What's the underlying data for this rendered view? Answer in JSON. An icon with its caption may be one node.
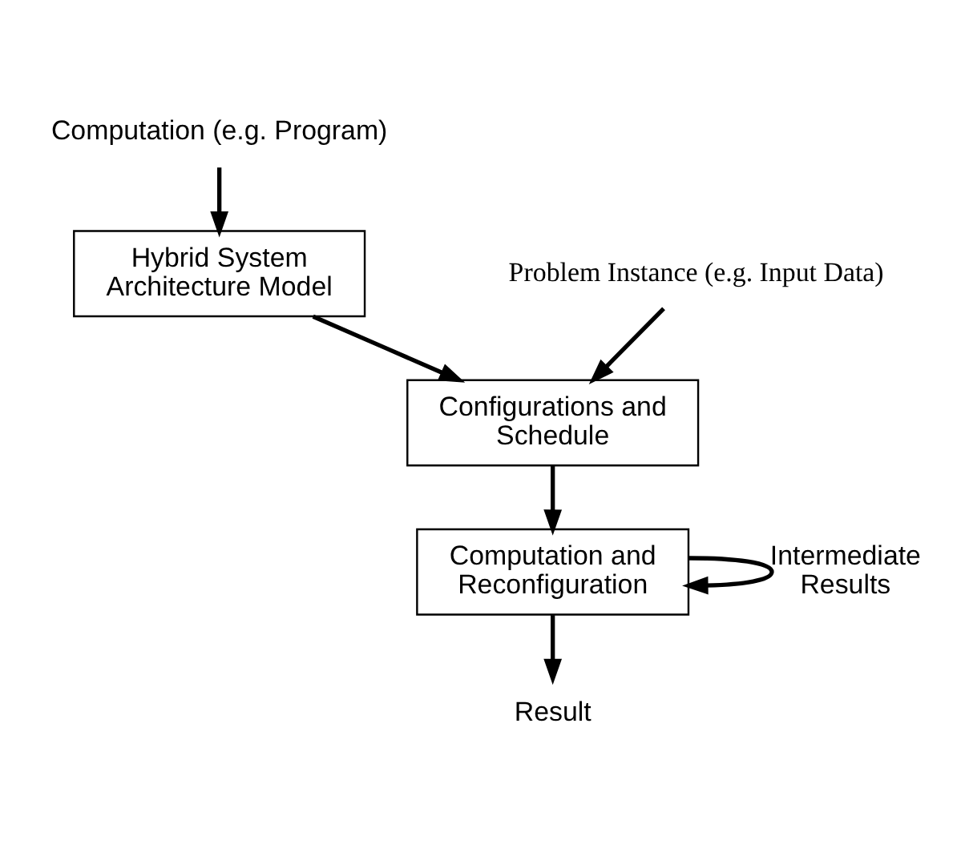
{
  "diagram": {
    "nodes": [
      {
        "text": [
          "Computation (e.g. Program)"
        ]
      },
      {
        "text": [
          "Hybrid System Architecture Model"
        ]
      },
      {
        "text": [
          "Problem Instance (e.g. Input Data)"
        ]
      },
      {
        "text": [
          "Configurations and Schedule"
        ]
      },
      {
        "text": [
          "Computation and Reconfiguration"
        ]
      },
      {
        "text": [
          "Result"
        ]
      }
    ],
    "edges": [
      {
        "from": 0,
        "to": 1,
        "arrow": "to"
      },
      {
        "from": 1,
        "to": 3,
        "arrow": "to"
      },
      {
        "from": 2,
        "to": 3,
        "arrow": "to"
      },
      {
        "from": 3,
        "to": 4,
        "arrow": "to"
      },
      {
        "from": 4,
        "to": 4,
        "arrow": "to",
        "label": "Intermediate Results"
      },
      {
        "from": 4,
        "to": 5,
        "arrow": "to"
      }
    ]
  }
}
